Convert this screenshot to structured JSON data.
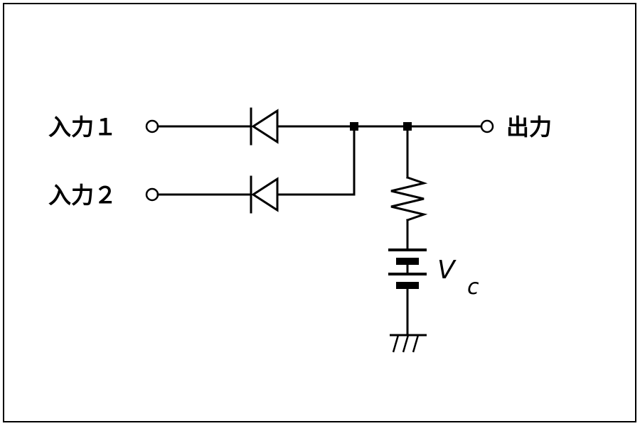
{
  "labels": {
    "input1": "入力１",
    "input2": "入力２",
    "output": "出力",
    "supply_symbol": "V",
    "supply_subscript": "c"
  },
  "colors": {
    "line": "#000000",
    "background": "#ffffff"
  },
  "components": {
    "diodes": [
      "diode-input1",
      "diode-input2"
    ],
    "resistor": "pull-up-resistor",
    "battery": "supply-battery",
    "ground": "ground-symbol"
  }
}
